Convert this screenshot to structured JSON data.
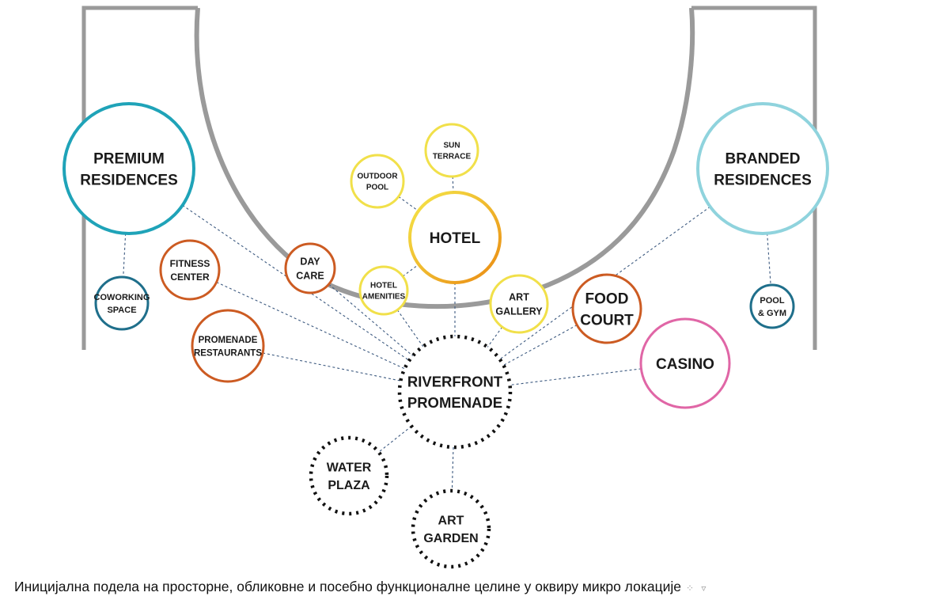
{
  "colors": {
    "outline": "#9a9a9a",
    "connector": "#3d5a80",
    "teal": "#1fa3b8",
    "light_teal": "#8fd3dd",
    "dark_teal": "#1f6f8b",
    "orange": "#cc5b22",
    "yellow": "#f1e04a",
    "amber": "#f0a020",
    "pink": "#e066a6",
    "black": "#111111"
  },
  "nodes": [
    {
      "id": "premium",
      "lines": [
        "PREMIUM",
        "RESIDENCES"
      ],
      "color": "teal",
      "style": "solid"
    },
    {
      "id": "coworking",
      "lines": [
        "COWORKING",
        "SPACE"
      ],
      "color": "dark_teal",
      "style": "solid"
    },
    {
      "id": "fitness",
      "lines": [
        "FITNESS",
        "CENTER"
      ],
      "color": "orange",
      "style": "solid"
    },
    {
      "id": "promenade_restaurants",
      "lines": [
        "PROMENADE",
        "RESTAURANTS"
      ],
      "color": "orange",
      "style": "solid"
    },
    {
      "id": "daycare",
      "lines": [
        "DAY",
        "CARE"
      ],
      "color": "orange",
      "style": "solid"
    },
    {
      "id": "outdoor_pool",
      "lines": [
        "OUTDOOR",
        "POOL"
      ],
      "color": "yellow",
      "style": "solid"
    },
    {
      "id": "sun_terrace",
      "lines": [
        "SUN",
        "TERRACE"
      ],
      "color": "yellow",
      "style": "solid"
    },
    {
      "id": "hotel",
      "lines": [
        "HOTEL"
      ],
      "color": "amber",
      "style": "gradient"
    },
    {
      "id": "hotel_amenities",
      "lines": [
        "HOTEL",
        "AMENITIES"
      ],
      "color": "yellow",
      "style": "solid"
    },
    {
      "id": "art_gallery",
      "lines": [
        "ART",
        "GALLERY"
      ],
      "color": "yellow",
      "style": "solid"
    },
    {
      "id": "food_court",
      "lines": [
        "FOOD",
        "COURT"
      ],
      "color": "orange",
      "style": "solid"
    },
    {
      "id": "branded",
      "lines": [
        "BRANDED",
        "RESIDENCES"
      ],
      "color": "light_teal",
      "style": "solid"
    },
    {
      "id": "pool_gym",
      "lines": [
        "POOL",
        "& GYM"
      ],
      "color": "dark_teal",
      "style": "solid"
    },
    {
      "id": "casino",
      "lines": [
        "CASINO"
      ],
      "color": "pink",
      "style": "solid"
    },
    {
      "id": "riverfront",
      "lines": [
        "RIVERFRONT",
        "PROMENADE"
      ],
      "color": "black",
      "style": "dotted"
    },
    {
      "id": "water_plaza",
      "lines": [
        "WATER",
        "PLAZA"
      ],
      "color": "black",
      "style": "dotted"
    },
    {
      "id": "art_garden",
      "lines": [
        "ART",
        "GARDEN"
      ],
      "color": "black",
      "style": "dotted"
    }
  ],
  "links": [
    [
      "premium",
      "coworking"
    ],
    [
      "premium",
      "riverfront"
    ],
    [
      "fitness",
      "riverfront"
    ],
    [
      "promenade_restaurants",
      "riverfront"
    ],
    [
      "daycare",
      "riverfront"
    ],
    [
      "outdoor_pool",
      "hotel"
    ],
    [
      "sun_terrace",
      "hotel"
    ],
    [
      "hotel_amenities",
      "hotel"
    ],
    [
      "hotel_amenities",
      "riverfront"
    ],
    [
      "hotel",
      "riverfront"
    ],
    [
      "art_gallery",
      "riverfront"
    ],
    [
      "food_court",
      "riverfront"
    ],
    [
      "branded",
      "riverfront"
    ],
    [
      "branded",
      "pool_gym"
    ],
    [
      "casino",
      "riverfront"
    ],
    [
      "riverfront",
      "water_plaza"
    ],
    [
      "riverfront",
      "art_garden"
    ]
  ],
  "caption": {
    "text": "Иницијална подела на просторне, обликовне и посебно функционалне целине у оквиру микро локације",
    "trailing_marks": "⁘ ▿"
  }
}
